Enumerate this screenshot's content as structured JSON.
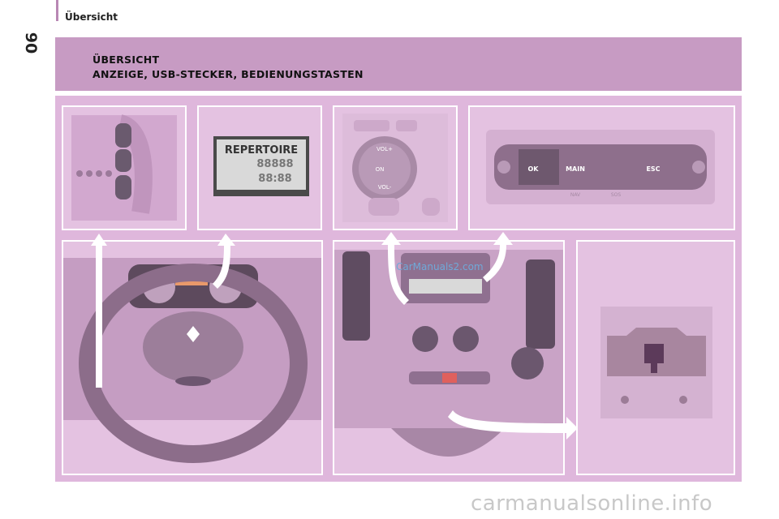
{
  "section_name": "Übersicht",
  "page_number": "90",
  "header": {
    "title_line1": "ÜBERSICHT",
    "title_line2": "ANZEIGE, USB-STECKER, BEDIENUNGSTASTEN"
  },
  "display_panel": {
    "line1": "REPERTOIRE",
    "line2": "88888",
    "line3": "88:88"
  },
  "radio_buttons": {
    "ok": "OK",
    "main": "MAIN",
    "esc": "ESC",
    "nav": "NAV",
    "sos": "SOS"
  },
  "radio_knob": {
    "vol_up": "VOL+",
    "on": "ON",
    "vol_down": "VOL-"
  },
  "watermark_small": "CarManuals2.com",
  "watermark": "carmanualsonline.info",
  "colors": {
    "header_band": "#c79bc3",
    "panel": "#dfb7dc",
    "arrow": "#ffffff"
  }
}
